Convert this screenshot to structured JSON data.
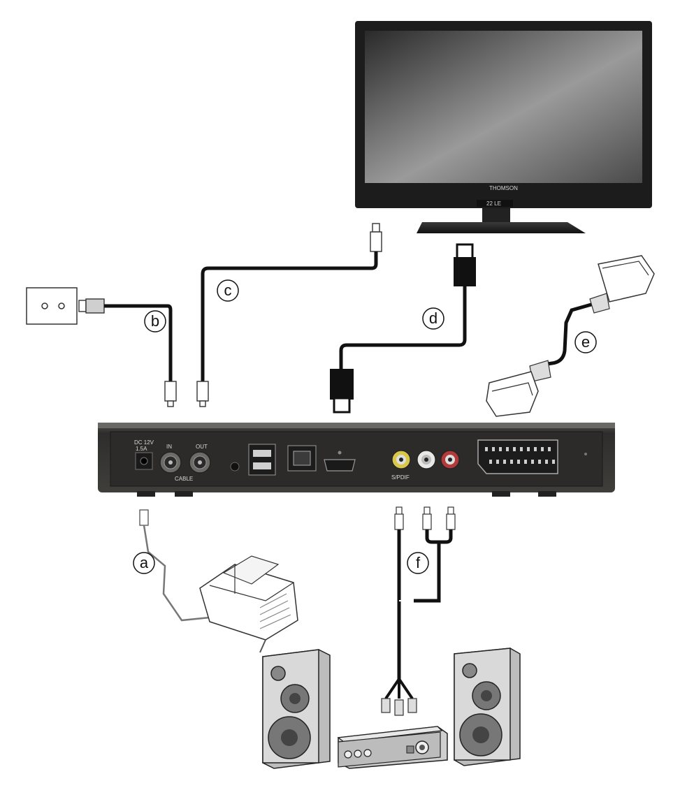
{
  "labels": {
    "a": "a",
    "b": "b",
    "c": "c",
    "d": "d",
    "e": "e",
    "f": "f"
  },
  "receiver_panel": {
    "dc_line1": "DC 12V",
    "dc_line2": "1.5A",
    "in": "IN",
    "out": "OUT",
    "cable": "CABLE",
    "spdif": "S/PDIF"
  },
  "tv": {
    "brand": "THOMSON",
    "model_badge": "22 LE"
  },
  "colors": {
    "cable": "#111111",
    "device_body": "#3a3937",
    "tv_frame": "#1c1c1c",
    "speaker": "#bdbdbd"
  }
}
